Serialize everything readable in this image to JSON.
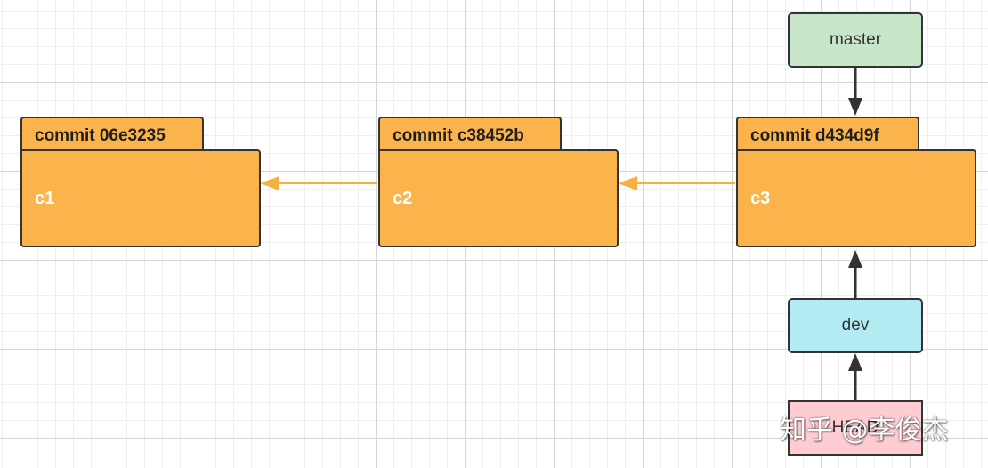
{
  "colors": {
    "commit_fill": "#FAB44B",
    "master_fill": "#C8E6C9",
    "dev_fill": "#B2EBF2",
    "head_fill": "#FFCCD2",
    "parent_arrow": "#F5B041",
    "ref_arrow": "#333333"
  },
  "commits": [
    {
      "hash_label": "commit 06e3235",
      "name": "c1"
    },
    {
      "hash_label": "commit c38452b",
      "name": "c2"
    },
    {
      "hash_label": "commit d434d9f",
      "name": "c3"
    }
  ],
  "refs": {
    "master": "master",
    "dev": "dev",
    "head": "HEAD"
  },
  "watermark": "知乎 @李俊杰"
}
